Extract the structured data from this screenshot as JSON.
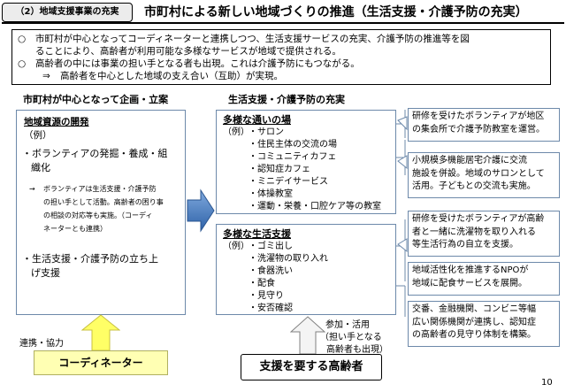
{
  "header": {
    "tag": "（2）地域支援事業の充実",
    "title": "市町村による新しい地域づくりの推進（生活支援・介護予防の充実）"
  },
  "intro": {
    "bullet": "○",
    "arrow": "⇒",
    "line1": "市町村が中心となってコーディネーターと連携しつつ、生活支援サービスの充実、介護予防の推進等を図",
    "line2": "ることにより、高齢者が利用可能な多様なサービスが地域で提供される。",
    "line3": "高齢者の中には事業の担い手となる者も出現。これは介護予防にもつながる。",
    "line4": "高齢者を中心とした地域の支え合い（互助）が実現。"
  },
  "left": {
    "heading": "市町村が中心となって企画・立案",
    "box_title": "地域資源の開発",
    "example": "（例）",
    "item1_line1": "・ボランティアの発掘・養成・組",
    "item1_line2": "織化",
    "note_arrow": "→",
    "note1": "ボランティアは生活支援・介護予防",
    "note2": "の担い手として活動。高齢者の困り事",
    "note3": "の相談の対応等も実施。（コーディ",
    "note4": "ネーターとも連携）",
    "item2_line1": "・生活支援・介護予防の立ち上",
    "item2_line2": "げ支援"
  },
  "middle": {
    "heading": "生活支援・介護予防の充実",
    "box1": {
      "title": "多様な通いの場",
      "example": "（例）",
      "items": [
        "・サロン",
        "・住民主体の交流の場",
        "・コミュニティカフェ",
        "・認知症カフェ",
        "・ミニデイサービス",
        "・体操教室",
        "・運動・栄養・口腔ケア等の教室"
      ]
    },
    "box2": {
      "title": "多様な生活支援",
      "example": "（例）",
      "items": [
        "・ゴミ出し",
        "・洗濯物の取り入れ",
        "・食器洗い",
        "・配食",
        "・見守り",
        "・安否確認"
      ]
    }
  },
  "right": {
    "box1": [
      "研修を受けたボランティアが地区",
      "の集会所で介護予防教室を運営。"
    ],
    "box2": [
      "小規模多機能居宅介護に交流",
      "施設を併設。地域のサロンとして",
      "活用。子どもとの交流も実施。"
    ],
    "box3": [
      "研修を受けたボランティアが高齢",
      "者と一緒に洗濯物を取り入れる",
      "等生活行為の自立を支援。"
    ],
    "box4": [
      "地域活性化を推進するNPOが",
      "地域に配食サービスを展開。"
    ],
    "box5": [
      "交番、金融機関、コンビニ等幅",
      "広い関係機関が連携し、認知症",
      "の高齢者の見守り体制を構築。"
    ]
  },
  "bottom": {
    "cooperation": "連携・協力",
    "coordinator": "コーディネーター",
    "participation1": "参加・活用",
    "participation2": "（担い手となる",
    "participation3": "高齢者も出現）",
    "elderly": "支援を要する高齢者"
  },
  "page_number": "10",
  "colors": {
    "box_border": "#6d89aa",
    "arrow_blue": "#3d78c0",
    "arrow_yellow": "#ffff66",
    "coordinator_bg": "#ffffb3"
  }
}
